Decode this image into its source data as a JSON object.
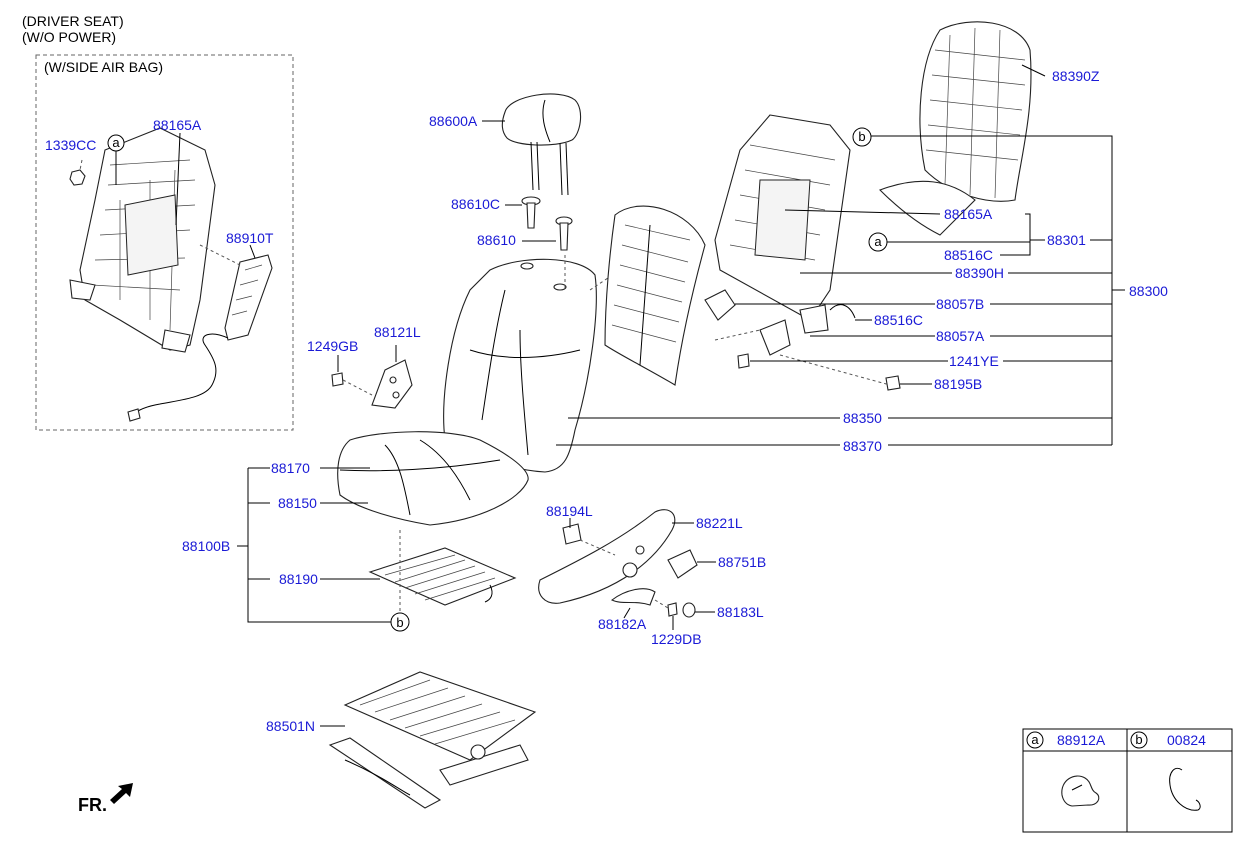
{
  "header": {
    "line1": "(DRIVER SEAT)",
    "line2": "(W/O POWER)"
  },
  "inset": {
    "title": "(W/SIDE AIR BAG)",
    "labels": {
      "p1339cc": "1339CC",
      "p88165a": "88165A",
      "p88910t": "88910T"
    },
    "callout_a": "a"
  },
  "labels": {
    "p88600a": "88600A",
    "p88610c": "88610C",
    "p88610": "88610",
    "p1249gb": "1249GB",
    "p88121l": "88121L",
    "p88170": "88170",
    "p88150": "88150",
    "p88100b": "88100B",
    "p88190": "88190",
    "p88194l": "88194L",
    "p88221l": "88221L",
    "p88751b": "88751B",
    "p88182a": "88182A",
    "p1229db": "1229DB",
    "p88183l": "88183L",
    "p88501n": "88501N",
    "p88390z": "88390Z",
    "p88165a": "88165A",
    "p88516c_top": "88516C",
    "p88301": "88301",
    "p88390h": "88390H",
    "p88300": "88300",
    "p88057b": "88057B",
    "p88516c": "88516C",
    "p88057a": "88057A",
    "p1241ye": "1241YE",
    "p88195b": "88195B",
    "p88350": "88350",
    "p88370": "88370"
  },
  "callouts": {
    "a": "a",
    "b": "b"
  },
  "legend": {
    "a_key": "a",
    "a_part": "88912A",
    "b_key": "b",
    "b_part": "00824"
  },
  "fr_label": "FR.",
  "colors": {
    "label_blue": "#1a1ad6",
    "line_black": "#000000"
  },
  "icons": {
    "fr_arrow": "front-direction-arrow-icon"
  }
}
